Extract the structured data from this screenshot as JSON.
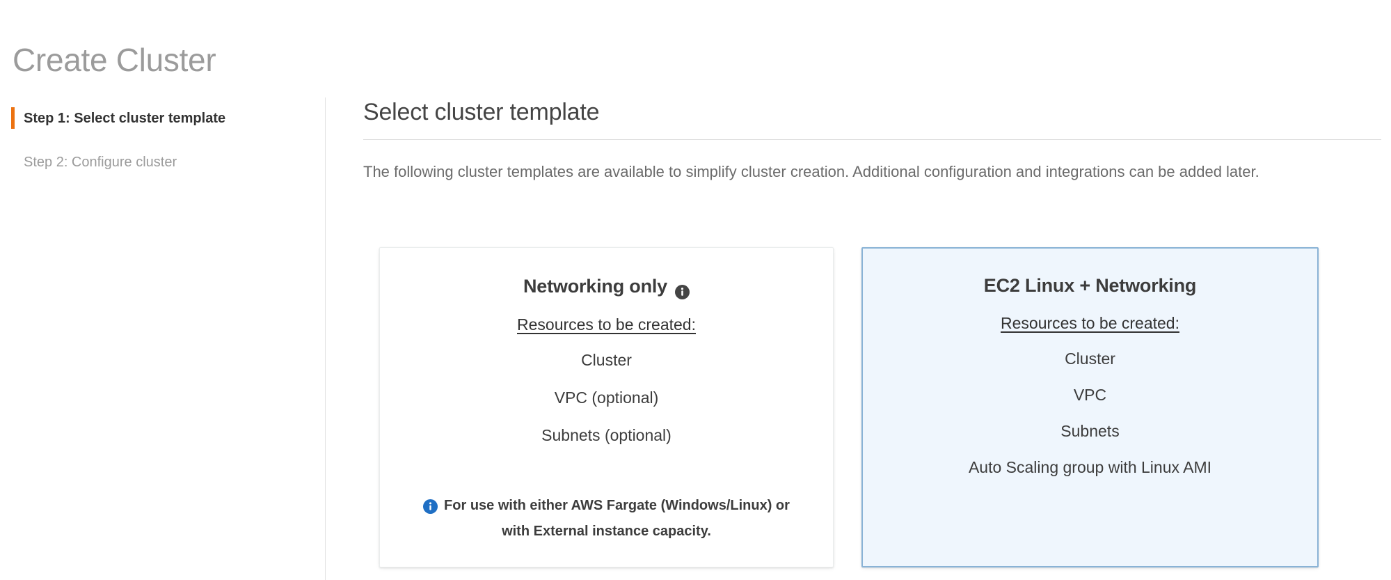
{
  "page": {
    "title": "Create Cluster"
  },
  "sidebar": {
    "steps": [
      {
        "label": "Step 1: Select cluster template",
        "active": true
      },
      {
        "label": "Step 2: Configure cluster",
        "active": false
      }
    ]
  },
  "main": {
    "section_title": "Select cluster template",
    "description": "The following cluster templates are available to simplify cluster creation. Additional configuration and integrations can be added later.",
    "resources_heading": "Resources to be created:"
  },
  "cards": [
    {
      "id": "networking-only",
      "title": "Networking only",
      "has_title_info_icon": true,
      "title_info_icon": "info-icon",
      "resources_heading": "Resources to be created:",
      "resources": [
        "Cluster",
        "VPC (optional)",
        "Subnets (optional)"
      ],
      "note_icon": "info-icon",
      "note": "For use with either AWS Fargate (Windows/Linux) or with External instance capacity.",
      "selected": false
    },
    {
      "id": "ec2-linux-networking",
      "title": "EC2 Linux + Networking",
      "has_title_info_icon": false,
      "resources_heading": "Resources to be created:",
      "resources": [
        "Cluster",
        "VPC",
        "Subnets",
        "Auto Scaling group with Linux AMI"
      ],
      "note": "",
      "selected": true
    }
  ],
  "colors": {
    "accent_orange": "#ec7211",
    "selected_card_bg": "#eff6fd",
    "selected_card_border": "#8ab3d6",
    "info_blue": "#1f6fc4",
    "info_dark": "#444444",
    "title_gray": "#9b9b9b",
    "body_gray": "#6b6b6b"
  }
}
